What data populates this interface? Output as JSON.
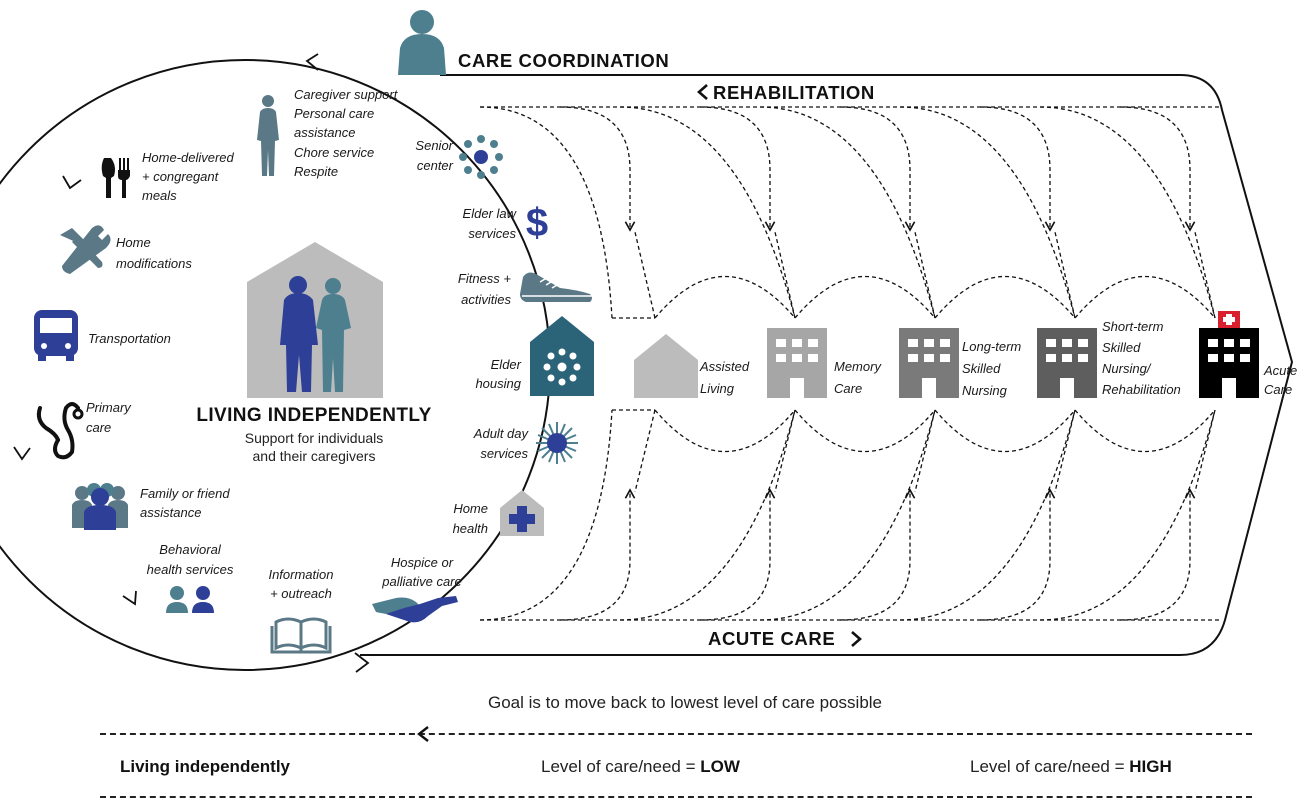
{
  "coordination": {
    "title": "CARE COORDINATION"
  },
  "flows": {
    "rehab": "REHABILITATION",
    "acute": "ACUTE CARE"
  },
  "center": {
    "title": "LIVING INDEPENDENTLY",
    "subtitle_line1": "Support for individuals",
    "subtitle_line2": "and their caregivers"
  },
  "services": {
    "caregiver": [
      "Caregiver support",
      "Personal care",
      "assistance",
      "Chore service",
      "Respite"
    ],
    "senior_center": [
      "Senior",
      "center"
    ],
    "meals": [
      "Home-delivered",
      "+ congregant",
      "meals"
    ],
    "home_mods": [
      "Home",
      "modifications"
    ],
    "elder_law": [
      "Elder law",
      "services"
    ],
    "fitness": [
      "Fitness +",
      "activities"
    ],
    "transportation": [
      "Transportation"
    ],
    "elder_housing": [
      "Elder",
      "housing"
    ],
    "primary_care": [
      "Primary",
      "care"
    ],
    "adult_day": [
      "Adult day",
      "services"
    ],
    "family": [
      "Family or friend",
      "assistance"
    ],
    "home_health": [
      "Home",
      "health"
    ],
    "behavioral": [
      "Behavioral",
      "health services"
    ],
    "information": [
      "Information",
      "+ outreach"
    ],
    "hospice": [
      "Hospice or",
      "palliative care"
    ]
  },
  "facilities": [
    {
      "name": "assisted-living",
      "lines": [
        "Assisted",
        "Living"
      ]
    },
    {
      "name": "memory-care",
      "lines": [
        "Memory",
        "Care"
      ]
    },
    {
      "name": "long-term",
      "lines": [
        "Long-term",
        "Skilled",
        "Nursing"
      ]
    },
    {
      "name": "short-term",
      "lines": [
        "Short-term",
        "Skilled",
        "Nursing/",
        "Rehabilitation"
      ]
    },
    {
      "name": "acute-care",
      "lines": [
        "Acute",
        "Care"
      ]
    }
  ],
  "footer": {
    "goal": "Goal is to move back to lowest level of care possible",
    "living": "Living independently",
    "low_prefix": "Level of care/need = ",
    "low_value": "LOW",
    "high_prefix": "Level of care/need = ",
    "high_value": "HIGH"
  },
  "colors": {
    "teal": "#4d7f8f",
    "navy": "#2e3f97",
    "slate": "#5b7887",
    "house_gray": "#bcbcbc",
    "red": "#d8202e"
  }
}
